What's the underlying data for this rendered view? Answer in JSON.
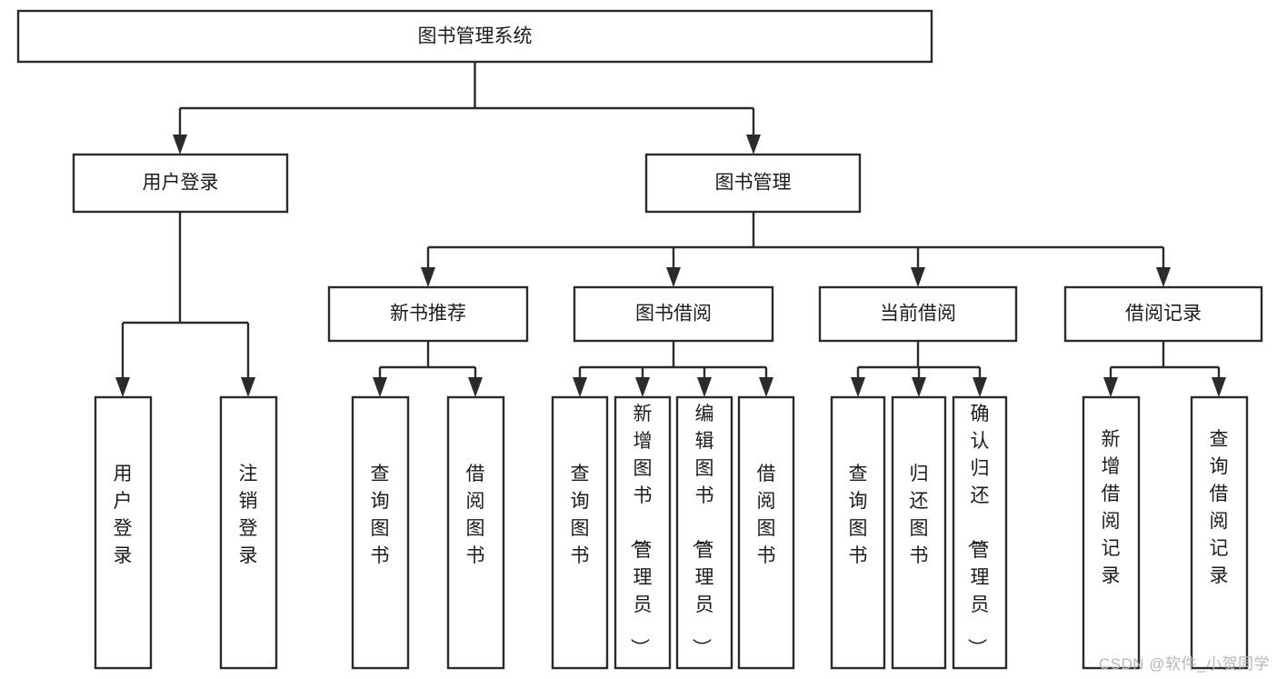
{
  "diagram": {
    "title": "图书管理系统",
    "watermark": "CSDN @软件_小贺同学",
    "colors": {
      "stroke": "#2b2b2b",
      "fill": "#ffffff",
      "text": "#1c1c1c",
      "watermark": "#b6b6b6",
      "background": "#ffffff"
    },
    "root": {
      "label": "图书管理系统",
      "orientation": "horizontal"
    },
    "level2": [
      {
        "label": "用户登录",
        "orientation": "horizontal"
      },
      {
        "label": "图书管理",
        "orientation": "horizontal"
      }
    ],
    "level3": [
      {
        "label": "新书推荐",
        "orientation": "horizontal"
      },
      {
        "label": "图书借阅",
        "orientation": "horizontal"
      },
      {
        "label": "当前借阅",
        "orientation": "horizontal"
      },
      {
        "label": "借阅记录",
        "orientation": "horizontal"
      }
    ],
    "leaves": {
      "user_login": [
        {
          "label": "用户登录",
          "orientation": "vertical"
        },
        {
          "label": "注销登录",
          "orientation": "vertical"
        }
      ],
      "new_book_recommend": [
        {
          "label": "查询图书",
          "orientation": "vertical"
        },
        {
          "label": "借阅图书",
          "orientation": "vertical"
        }
      ],
      "book_borrow": [
        {
          "label": "查询图书",
          "orientation": "vertical"
        },
        {
          "label": "新增图书（管理员）",
          "orientation": "vertical"
        },
        {
          "label": "编辑图书（管理员）",
          "orientation": "vertical"
        },
        {
          "label": "借阅图书",
          "orientation": "vertical"
        }
      ],
      "current_borrow": [
        {
          "label": "查询图书",
          "orientation": "vertical"
        },
        {
          "label": "归还图书",
          "orientation": "vertical"
        },
        {
          "label": "确认归还（管理员）",
          "orientation": "vertical"
        }
      ],
      "borrow_record": [
        {
          "label": "新增借阅记录",
          "orientation": "vertical"
        },
        {
          "label": "查询借阅记录",
          "orientation": "vertical"
        }
      ]
    }
  }
}
